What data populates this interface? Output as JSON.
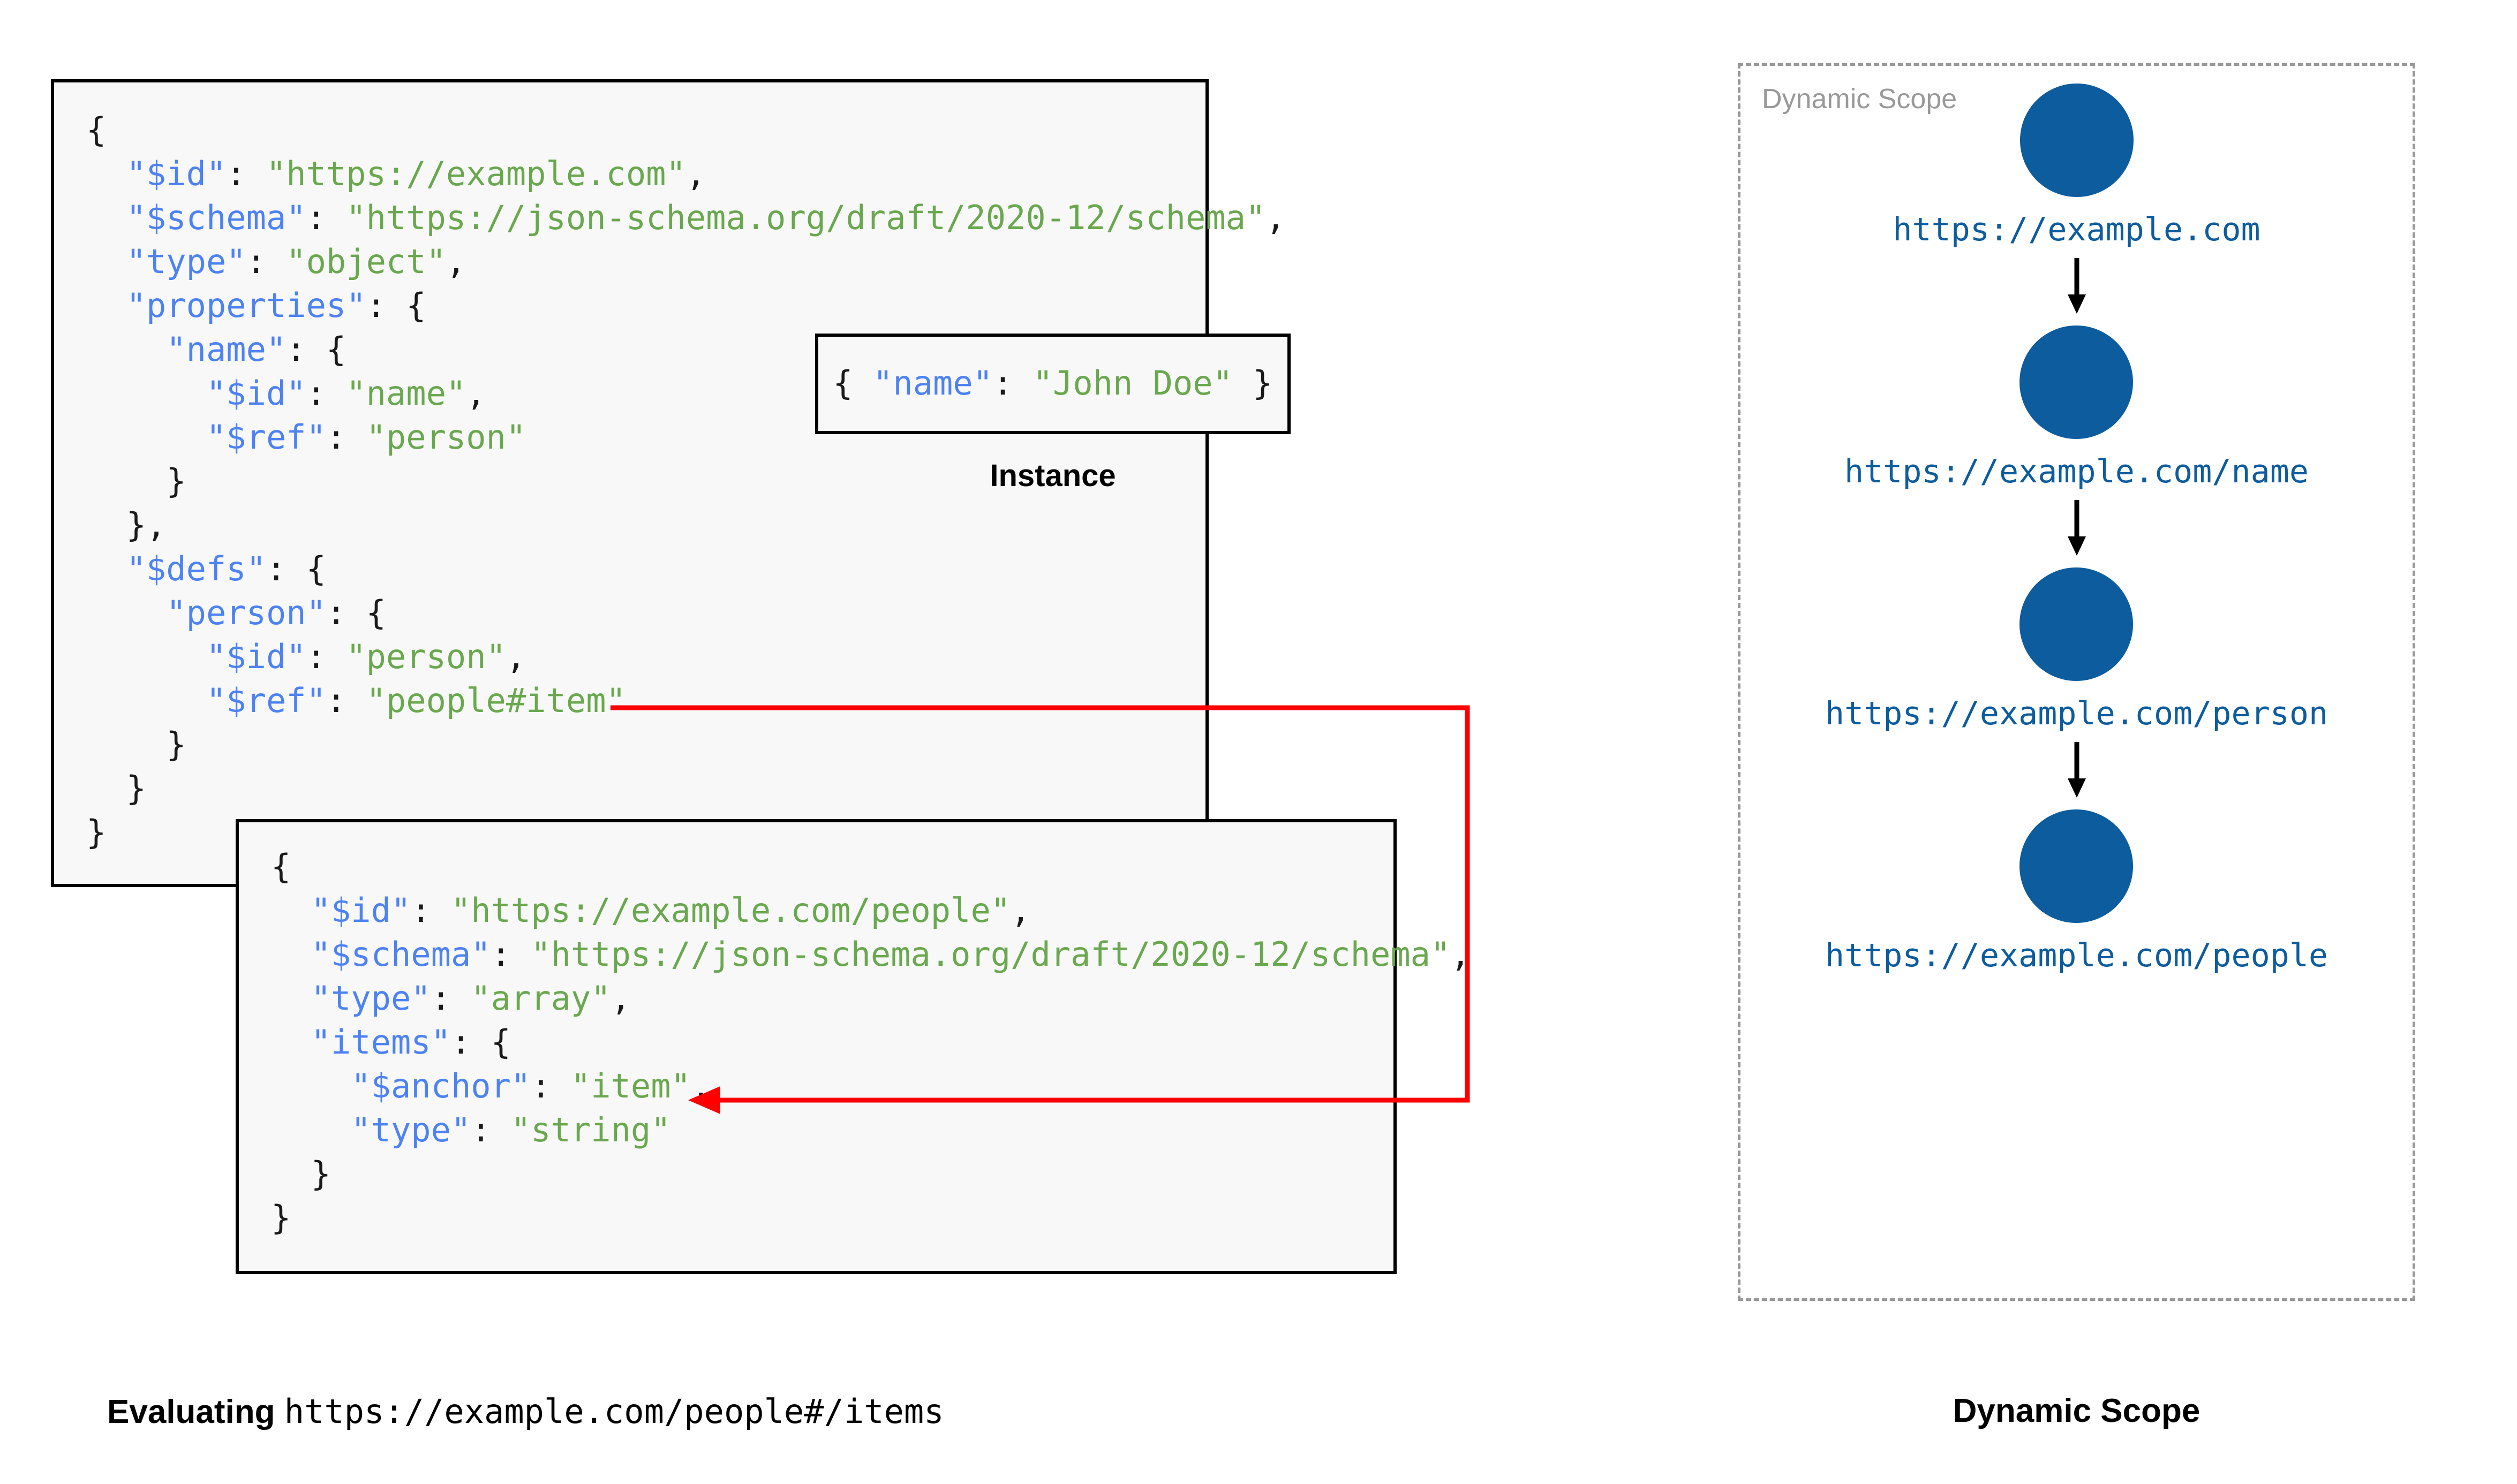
{
  "colors": {
    "json_key": "#4d82f3",
    "json_string": "#6aa84f",
    "box_border": "#000000",
    "box_background": "#f8f8f8",
    "ref_arrow": "#ff0000",
    "scope_node": "#0d5c9e",
    "scope_border": "#999999",
    "scope_title": "#999999"
  },
  "main_schema": {
    "name": "root-schema",
    "lines": [
      [
        {
          "t": "{",
          "c": "p"
        }
      ],
      [
        {
          "t": "  ",
          "c": "p"
        },
        {
          "t": "\"$id\"",
          "c": "k"
        },
        {
          "t": ": ",
          "c": "p"
        },
        {
          "t": "\"https://example.com\"",
          "c": "s"
        },
        {
          "t": ",",
          "c": "p"
        }
      ],
      [
        {
          "t": "  ",
          "c": "p"
        },
        {
          "t": "\"$schema\"",
          "c": "k"
        },
        {
          "t": ": ",
          "c": "p"
        },
        {
          "t": "\"https://json-schema.org/draft/2020-12/schema\"",
          "c": "s"
        },
        {
          "t": ",",
          "c": "p"
        }
      ],
      [
        {
          "t": "  ",
          "c": "p"
        },
        {
          "t": "\"type\"",
          "c": "k"
        },
        {
          "t": ": ",
          "c": "p"
        },
        {
          "t": "\"object\"",
          "c": "s"
        },
        {
          "t": ",",
          "c": "p"
        }
      ],
      [
        {
          "t": "  ",
          "c": "p"
        },
        {
          "t": "\"properties\"",
          "c": "k"
        },
        {
          "t": ": {",
          "c": "p"
        }
      ],
      [
        {
          "t": "    ",
          "c": "p"
        },
        {
          "t": "\"name\"",
          "c": "k"
        },
        {
          "t": ": {",
          "c": "p"
        }
      ],
      [
        {
          "t": "      ",
          "c": "p"
        },
        {
          "t": "\"$id\"",
          "c": "k"
        },
        {
          "t": ": ",
          "c": "p"
        },
        {
          "t": "\"name\"",
          "c": "s"
        },
        {
          "t": ",",
          "c": "p"
        }
      ],
      [
        {
          "t": "      ",
          "c": "p"
        },
        {
          "t": "\"$ref\"",
          "c": "k"
        },
        {
          "t": ": ",
          "c": "p"
        },
        {
          "t": "\"person\"",
          "c": "s"
        }
      ],
      [
        {
          "t": "    }",
          "c": "p"
        }
      ],
      [
        {
          "t": "  },",
          "c": "p"
        }
      ],
      [
        {
          "t": "  ",
          "c": "p"
        },
        {
          "t": "\"$defs\"",
          "c": "k"
        },
        {
          "t": ": {",
          "c": "p"
        }
      ],
      [
        {
          "t": "    ",
          "c": "p"
        },
        {
          "t": "\"person\"",
          "c": "k"
        },
        {
          "t": ": {",
          "c": "p"
        }
      ],
      [
        {
          "t": "      ",
          "c": "p"
        },
        {
          "t": "\"$id\"",
          "c": "k"
        },
        {
          "t": ": ",
          "c": "p"
        },
        {
          "t": "\"person\"",
          "c": "s"
        },
        {
          "t": ",",
          "c": "p"
        }
      ],
      [
        {
          "t": "      ",
          "c": "p"
        },
        {
          "t": "\"$ref\"",
          "c": "k"
        },
        {
          "t": ": ",
          "c": "p"
        },
        {
          "t": "\"people#item\"",
          "c": "s"
        }
      ],
      [
        {
          "t": "    }",
          "c": "p"
        }
      ],
      [
        {
          "t": "  }",
          "c": "p"
        }
      ],
      [
        {
          "t": "}",
          "c": "p"
        }
      ]
    ]
  },
  "instance": {
    "name": "instance-document",
    "caption": "Instance",
    "lines": [
      [
        {
          "t": "{ ",
          "c": "p"
        },
        {
          "t": "\"name\"",
          "c": "k"
        },
        {
          "t": ": ",
          "c": "p"
        },
        {
          "t": "\"John Doe\"",
          "c": "s"
        },
        {
          "t": " }",
          "c": "p"
        }
      ]
    ]
  },
  "people_schema": {
    "name": "people-schema",
    "lines": [
      [
        {
          "t": "{",
          "c": "p"
        }
      ],
      [
        {
          "t": "  ",
          "c": "p"
        },
        {
          "t": "\"$id\"",
          "c": "k"
        },
        {
          "t": ": ",
          "c": "p"
        },
        {
          "t": "\"https://example.com/people\"",
          "c": "s"
        },
        {
          "t": ",",
          "c": "p"
        }
      ],
      [
        {
          "t": "  ",
          "c": "p"
        },
        {
          "t": "\"$schema\"",
          "c": "k"
        },
        {
          "t": ": ",
          "c": "p"
        },
        {
          "t": "\"https://json-schema.org/draft/2020-12/schema\"",
          "c": "s"
        },
        {
          "t": ",",
          "c": "p"
        }
      ],
      [
        {
          "t": "  ",
          "c": "p"
        },
        {
          "t": "\"type\"",
          "c": "k"
        },
        {
          "t": ": ",
          "c": "p"
        },
        {
          "t": "\"array\"",
          "c": "s"
        },
        {
          "t": ",",
          "c": "p"
        }
      ],
      [
        {
          "t": "  ",
          "c": "p"
        },
        {
          "t": "\"items\"",
          "c": "k"
        },
        {
          "t": ": {",
          "c": "p"
        }
      ],
      [
        {
          "t": "    ",
          "c": "p"
        },
        {
          "t": "\"$anchor\"",
          "c": "k"
        },
        {
          "t": ": ",
          "c": "p"
        },
        {
          "t": "\"item\"",
          "c": "s"
        },
        {
          "t": ",",
          "c": "p"
        }
      ],
      [
        {
          "t": "    ",
          "c": "p"
        },
        {
          "t": "\"type\"",
          "c": "k"
        },
        {
          "t": ": ",
          "c": "p"
        },
        {
          "t": "\"string\"",
          "c": "s"
        }
      ],
      [
        {
          "t": "  }",
          "c": "p"
        }
      ],
      [
        {
          "t": "}",
          "c": "p"
        }
      ]
    ]
  },
  "ref_arrow": {
    "name": "ref-resolution-arrow",
    "from_label": "\"$ref\": \"people#item\"",
    "to_label": "\"$anchor\": \"item\""
  },
  "dynamic_scope": {
    "title": "Dynamic Scope",
    "caption": "Dynamic Scope",
    "nodes": [
      {
        "label": "https://example.com"
      },
      {
        "label": "https://example.com/name"
      },
      {
        "label": "https://example.com/person"
      },
      {
        "label": "https://example.com/people"
      }
    ]
  },
  "evaluating_caption": {
    "label": "Evaluating",
    "uri": "https://example.com/people#/items"
  }
}
